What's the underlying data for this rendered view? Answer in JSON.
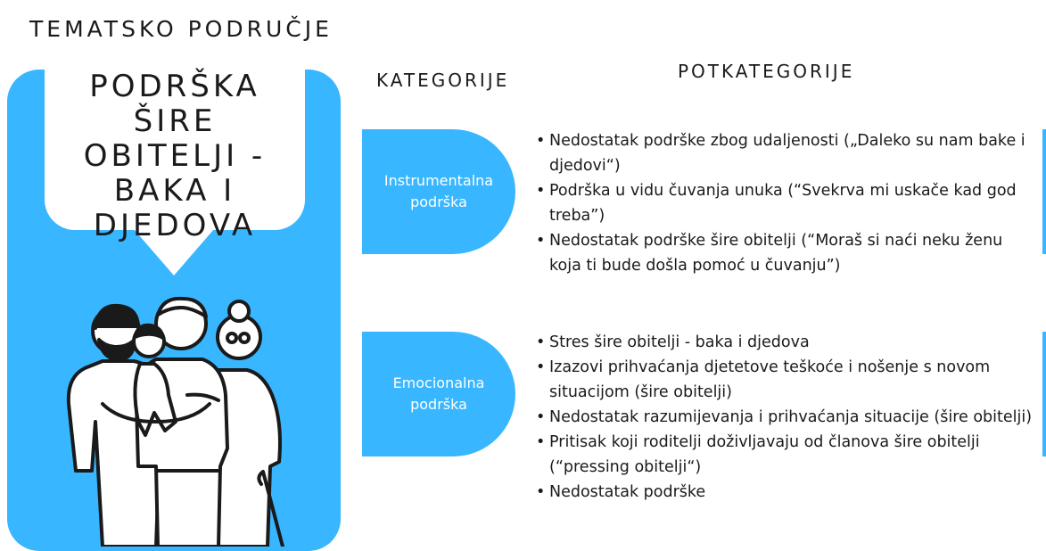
{
  "topic": {
    "title": "TEMATSKO PODRUČJE"
  },
  "headers": {
    "kategorije": "KATEGORIJE",
    "potkategorije": "POTKATEGORIJE"
  },
  "bubble": {
    "lines": [
      "PODRŠKA ŠIRE",
      "OBITELJI -",
      "BAKA I",
      "DJEDOVA"
    ]
  },
  "categories": [
    {
      "lines": [
        "Instrumentalna",
        "podrška"
      ],
      "subcategories": [
        "Nedostatak podrške zbog udaljenosti („Daleko su nam bake i djedovi“)",
        "Podrška u vidu čuvanja unuka (“Svekrva mi uskače kad god treba”)",
        "Nedostatak podrške šire obitelji (“Moraš si naći neku ženu koja ti bude došla pomoć u čuvanju”)"
      ]
    },
    {
      "lines": [
        "Emocionalna",
        "podrška"
      ],
      "subcategories": [
        "Stres šire obitelji - baka i djedova",
        "Izazovi prihvaćanja djetetove teškoće i nošenje s novom situacijom (šire obitelji)",
        "Nedostatak razumijevanja i prihvaćanja situacije (šire obitelji)",
        "Pritisak koji roditelji doživljavaju od članova šire obitelji (“pressing obitelji“)",
        "Nedostatak podrške"
      ]
    }
  ],
  "colors": {
    "accent": "#38b6ff",
    "text": "#1a1a1a",
    "background": "#ffffff"
  },
  "icons": {
    "illustration": "family-grandparents-icon"
  }
}
